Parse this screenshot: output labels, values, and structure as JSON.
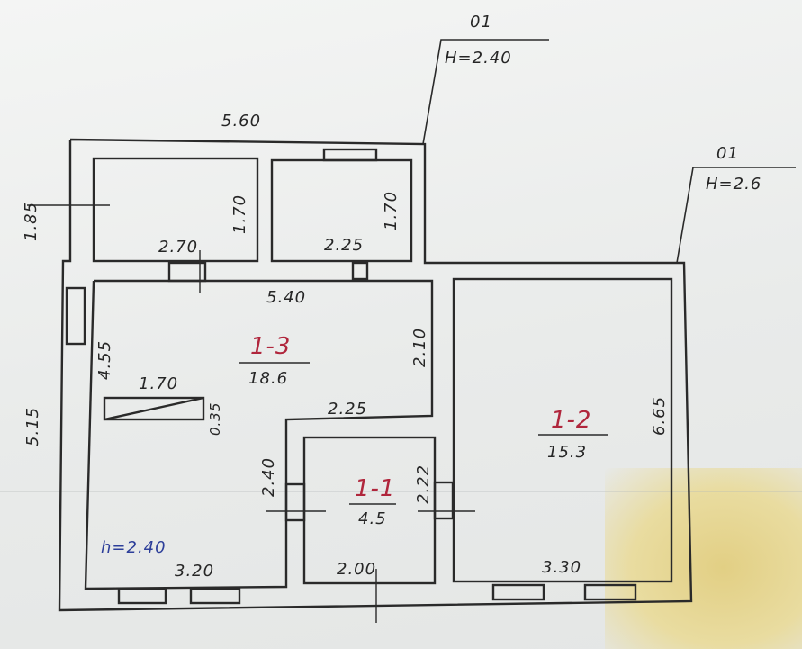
{
  "plan": {
    "dim_top": "5.60",
    "dim_left_small": "1.85",
    "dim_left_big": "5.15",
    "room_a_height": "1.70",
    "room_b_height": "1.70",
    "room_a_width": "2.70",
    "room_b_width": "2.25",
    "main_width": "5.40",
    "main_left": "4.55",
    "main_right": "2.10",
    "stove_width": "1.70",
    "stove_depth": "0.35",
    "inner_width": "2.25",
    "small_left": "2.40",
    "small_right": "2.22",
    "right_height": "6.65",
    "bottom_1": "3.20",
    "bottom_2": "2.00",
    "bottom_3": "3.30",
    "height_label": "h=2.40"
  },
  "rooms": [
    {
      "id": "1-3",
      "area": "18.6"
    },
    {
      "id": "1-2",
      "area": "15.3"
    },
    {
      "id": "1-1",
      "area": "4.5"
    }
  ],
  "callouts": [
    {
      "code": "01",
      "height": "H=2.40"
    },
    {
      "code": "01",
      "height": "H=2.6"
    }
  ]
}
